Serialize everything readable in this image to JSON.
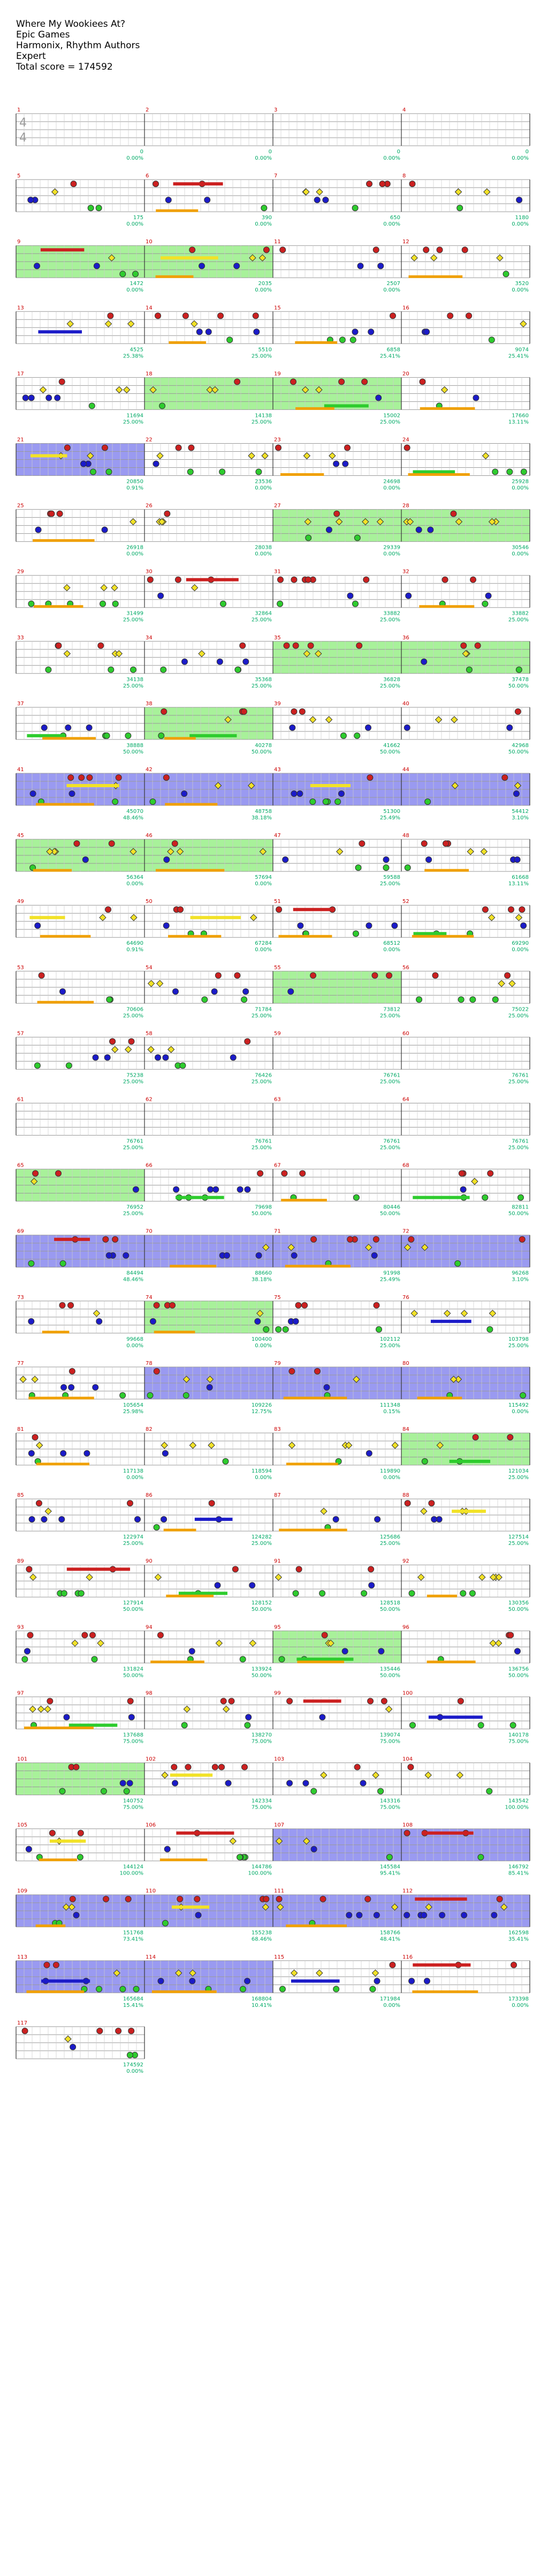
{
  "song": {
    "title": "Where My Wookiees At?",
    "album": "Epic Games",
    "authors": "Harmonix, Rhythm Authors",
    "difficulty": "Expert",
    "total_score_label": "Total score = 174592"
  },
  "colors": {
    "green": "#2ecc2e",
    "red": "#cc2020",
    "yellow": "#f2e227",
    "blue": "#1b1bc9",
    "orange": "#f0a000",
    "overdrive_fill": "#99ee88",
    "solo_fill": "#8888ee",
    "overlap_fill": "#5599aa",
    "measure_number": "#cc0000",
    "score_text": "#00aa66"
  },
  "measures": [
    {
      "n": "1",
      "score": "0",
      "pct": "0.00%"
    },
    {
      "n": "2",
      "score": "0",
      "pct": "0.00%"
    },
    {
      "n": "3",
      "score": "0",
      "pct": "0.00%"
    },
    {
      "n": "4",
      "score": "0",
      "pct": "0.00%"
    },
    {
      "n": "5",
      "score": "175",
      "pct": "0.00%"
    },
    {
      "n": "6",
      "score": "390",
      "pct": "0.00%"
    },
    {
      "n": "7",
      "score": "650",
      "pct": "0.00%"
    },
    {
      "n": "8",
      "score": "1180",
      "pct": "0.00%"
    },
    {
      "n": "9",
      "score": "1472",
      "pct": "0.00%"
    },
    {
      "n": "10",
      "score": "2035",
      "pct": "0.00%"
    },
    {
      "n": "11",
      "score": "2507",
      "pct": "0.00%"
    },
    {
      "n": "12",
      "score": "3520",
      "pct": "0.00%"
    },
    {
      "n": "13",
      "score": "4525",
      "pct": "25.38%"
    },
    {
      "n": "14",
      "score": "5510",
      "pct": "25.00%"
    },
    {
      "n": "15",
      "score": "6858",
      "pct": "25.41%"
    },
    {
      "n": "16",
      "score": "9074",
      "pct": "25.41%"
    },
    {
      "n": "17",
      "score": "11694",
      "pct": "25.00%"
    },
    {
      "n": "18",
      "score": "14138",
      "pct": "25.00%"
    },
    {
      "n": "19",
      "score": "15002",
      "pct": "25.00%"
    },
    {
      "n": "20",
      "score": "17660",
      "pct": "13.11%"
    },
    {
      "n": "21",
      "score": "20850",
      "pct": "0.91%"
    },
    {
      "n": "22",
      "score": "23536",
      "pct": "0.00%"
    },
    {
      "n": "23",
      "score": "24698",
      "pct": "0.00%"
    },
    {
      "n": "24",
      "score": "25928",
      "pct": "0.00%"
    },
    {
      "n": "25",
      "score": "26918",
      "pct": "0.00%"
    },
    {
      "n": "26",
      "score": "28038",
      "pct": "0.00%"
    },
    {
      "n": "27",
      "score": "29339",
      "pct": "0.00%"
    },
    {
      "n": "28",
      "score": "30546",
      "pct": "0.00%"
    },
    {
      "n": "29",
      "score": "31499",
      "pct": "25.00%"
    },
    {
      "n": "30",
      "score": "32864",
      "pct": "25.00%"
    },
    {
      "n": "31",
      "score": "33882",
      "pct": "25.00%"
    },
    {
      "n": "32",
      "score": "33882",
      "pct": "25.00%"
    },
    {
      "n": "33",
      "score": "34138",
      "pct": "25.00%"
    },
    {
      "n": "34",
      "score": "35368",
      "pct": "25.00%"
    },
    {
      "n": "35",
      "score": "36828",
      "pct": "25.00%"
    },
    {
      "n": "36",
      "score": "37478",
      "pct": "50.00%"
    },
    {
      "n": "37",
      "score": "38888",
      "pct": "50.00%"
    },
    {
      "n": "38",
      "score": "40278",
      "pct": "50.00%"
    },
    {
      "n": "39",
      "score": "41662",
      "pct": "50.00%"
    },
    {
      "n": "40",
      "score": "42968",
      "pct": "50.00%"
    },
    {
      "n": "41",
      "score": "45070",
      "pct": "48.46%"
    },
    {
      "n": "42",
      "score": "48758",
      "pct": "38.18%"
    },
    {
      "n": "43",
      "score": "51300",
      "pct": "25.49%"
    },
    {
      "n": "44",
      "score": "54412",
      "pct": "3.10%"
    },
    {
      "n": "45",
      "score": "56364",
      "pct": "0.00%"
    },
    {
      "n": "46",
      "score": "57694",
      "pct": "0.00%"
    },
    {
      "n": "47",
      "score": "59588",
      "pct": "25.00%"
    },
    {
      "n": "48",
      "score": "61668",
      "pct": "13.11%"
    },
    {
      "n": "49",
      "score": "64690",
      "pct": "0.91%"
    },
    {
      "n": "50",
      "score": "67284",
      "pct": "0.00%"
    },
    {
      "n": "51",
      "score": "68512",
      "pct": "0.00%"
    },
    {
      "n": "52",
      "score": "69290",
      "pct": "0.00%"
    },
    {
      "n": "53",
      "score": "70606",
      "pct": "25.00%"
    },
    {
      "n": "54",
      "score": "71784",
      "pct": "25.00%"
    },
    {
      "n": "55",
      "score": "73812",
      "pct": "25.00%"
    },
    {
      "n": "56",
      "score": "75022",
      "pct": "25.00%"
    },
    {
      "n": "57",
      "score": "75238",
      "pct": "25.00%"
    },
    {
      "n": "58",
      "score": "76426",
      "pct": "25.00%"
    },
    {
      "n": "59",
      "score": "76761",
      "pct": "25.00%"
    },
    {
      "n": "60",
      "score": "76761",
      "pct": "25.00%"
    },
    {
      "n": "61",
      "score": "76761",
      "pct": "25.00%"
    },
    {
      "n": "62",
      "score": "76761",
      "pct": "25.00%"
    },
    {
      "n": "63",
      "score": "76761",
      "pct": "25.00%"
    },
    {
      "n": "64",
      "score": "76761",
      "pct": "25.00%"
    },
    {
      "n": "65",
      "score": "76952",
      "pct": "25.00%"
    },
    {
      "n": "66",
      "score": "79698",
      "pct": "50.00%"
    },
    {
      "n": "67",
      "score": "80446",
      "pct": "50.00%"
    },
    {
      "n": "68",
      "score": "82811",
      "pct": "50.00%"
    },
    {
      "n": "69",
      "score": "84494",
      "pct": "48.46%"
    },
    {
      "n": "70",
      "score": "88660",
      "pct": "38.18%"
    },
    {
      "n": "71",
      "score": "91998",
      "pct": "25.49%"
    },
    {
      "n": "72",
      "score": "96268",
      "pct": "3.10%"
    },
    {
      "n": "73",
      "score": "99668",
      "pct": "0.00%"
    },
    {
      "n": "74",
      "score": "100400",
      "pct": "0.00%"
    },
    {
      "n": "75",
      "score": "102112",
      "pct": "25.00%"
    },
    {
      "n": "76",
      "score": "103798",
      "pct": "25.00%"
    },
    {
      "n": "77",
      "score": "105654",
      "pct": "25.98%"
    },
    {
      "n": "78",
      "score": "109226",
      "pct": "12.75%"
    },
    {
      "n": "79",
      "score": "111348",
      "pct": "0.15%"
    },
    {
      "n": "80",
      "score": "115492",
      "pct": "0.00%"
    },
    {
      "n": "81",
      "score": "117138",
      "pct": "0.00%"
    },
    {
      "n": "82",
      "score": "118594",
      "pct": "0.00%"
    },
    {
      "n": "83",
      "score": "119890",
      "pct": "0.00%"
    },
    {
      "n": "84",
      "score": "121034",
      "pct": "25.00%"
    },
    {
      "n": "85",
      "score": "122974",
      "pct": "25.00%"
    },
    {
      "n": "86",
      "score": "124282",
      "pct": "25.00%"
    },
    {
      "n": "87",
      "score": "125686",
      "pct": "25.00%"
    },
    {
      "n": "88",
      "score": "127514",
      "pct": "25.00%"
    },
    {
      "n": "89",
      "score": "127914",
      "pct": "50.00%"
    },
    {
      "n": "90",
      "score": "128152",
      "pct": "50.00%"
    },
    {
      "n": "91",
      "score": "128518",
      "pct": "50.00%"
    },
    {
      "n": "92",
      "score": "130356",
      "pct": "50.00%"
    },
    {
      "n": "93",
      "score": "131824",
      "pct": "50.00%"
    },
    {
      "n": "94",
      "score": "133924",
      "pct": "50.00%"
    },
    {
      "n": "95",
      "score": "135446",
      "pct": "50.00%"
    },
    {
      "n": "96",
      "score": "136756",
      "pct": "50.00%"
    },
    {
      "n": "97",
      "score": "137688",
      "pct": "75.00%"
    },
    {
      "n": "98",
      "score": "138270",
      "pct": "75.00%"
    },
    {
      "n": "99",
      "score": "139074",
      "pct": "75.00%"
    },
    {
      "n": "100",
      "score": "140178",
      "pct": "75.00%"
    },
    {
      "n": "101",
      "score": "140752",
      "pct": "75.00%"
    },
    {
      "n": "102",
      "score": "142334",
      "pct": "75.00%"
    },
    {
      "n": "103",
      "score": "143316",
      "pct": "75.00%"
    },
    {
      "n": "104",
      "score": "143542",
      "pct": "100.00%"
    },
    {
      "n": "105",
      "score": "144124",
      "pct": "100.00%"
    },
    {
      "n": "106",
      "score": "144786",
      "pct": "100.00%"
    },
    {
      "n": "107",
      "score": "145584",
      "pct": "95.41%"
    },
    {
      "n": "108",
      "score": "146792",
      "pct": "85.41%"
    },
    {
      "n": "109",
      "score": "151768",
      "pct": "73.41%"
    },
    {
      "n": "110",
      "score": "155238",
      "pct": "68.46%"
    },
    {
      "n": "111",
      "score": "158766",
      "pct": "48.41%"
    },
    {
      "n": "112",
      "score": "162598",
      "pct": "35.41%"
    },
    {
      "n": "113",
      "score": "165684",
      "pct": "15.41%"
    },
    {
      "n": "114",
      "score": "168804",
      "pct": "10.41%"
    },
    {
      "n": "115",
      "score": "171984",
      "pct": "0.00%"
    },
    {
      "n": "116",
      "score": "173398",
      "pct": "0.00%"
    },
    {
      "n": "117",
      "score": "174592",
      "pct": "0.00%"
    }
  ]
}
